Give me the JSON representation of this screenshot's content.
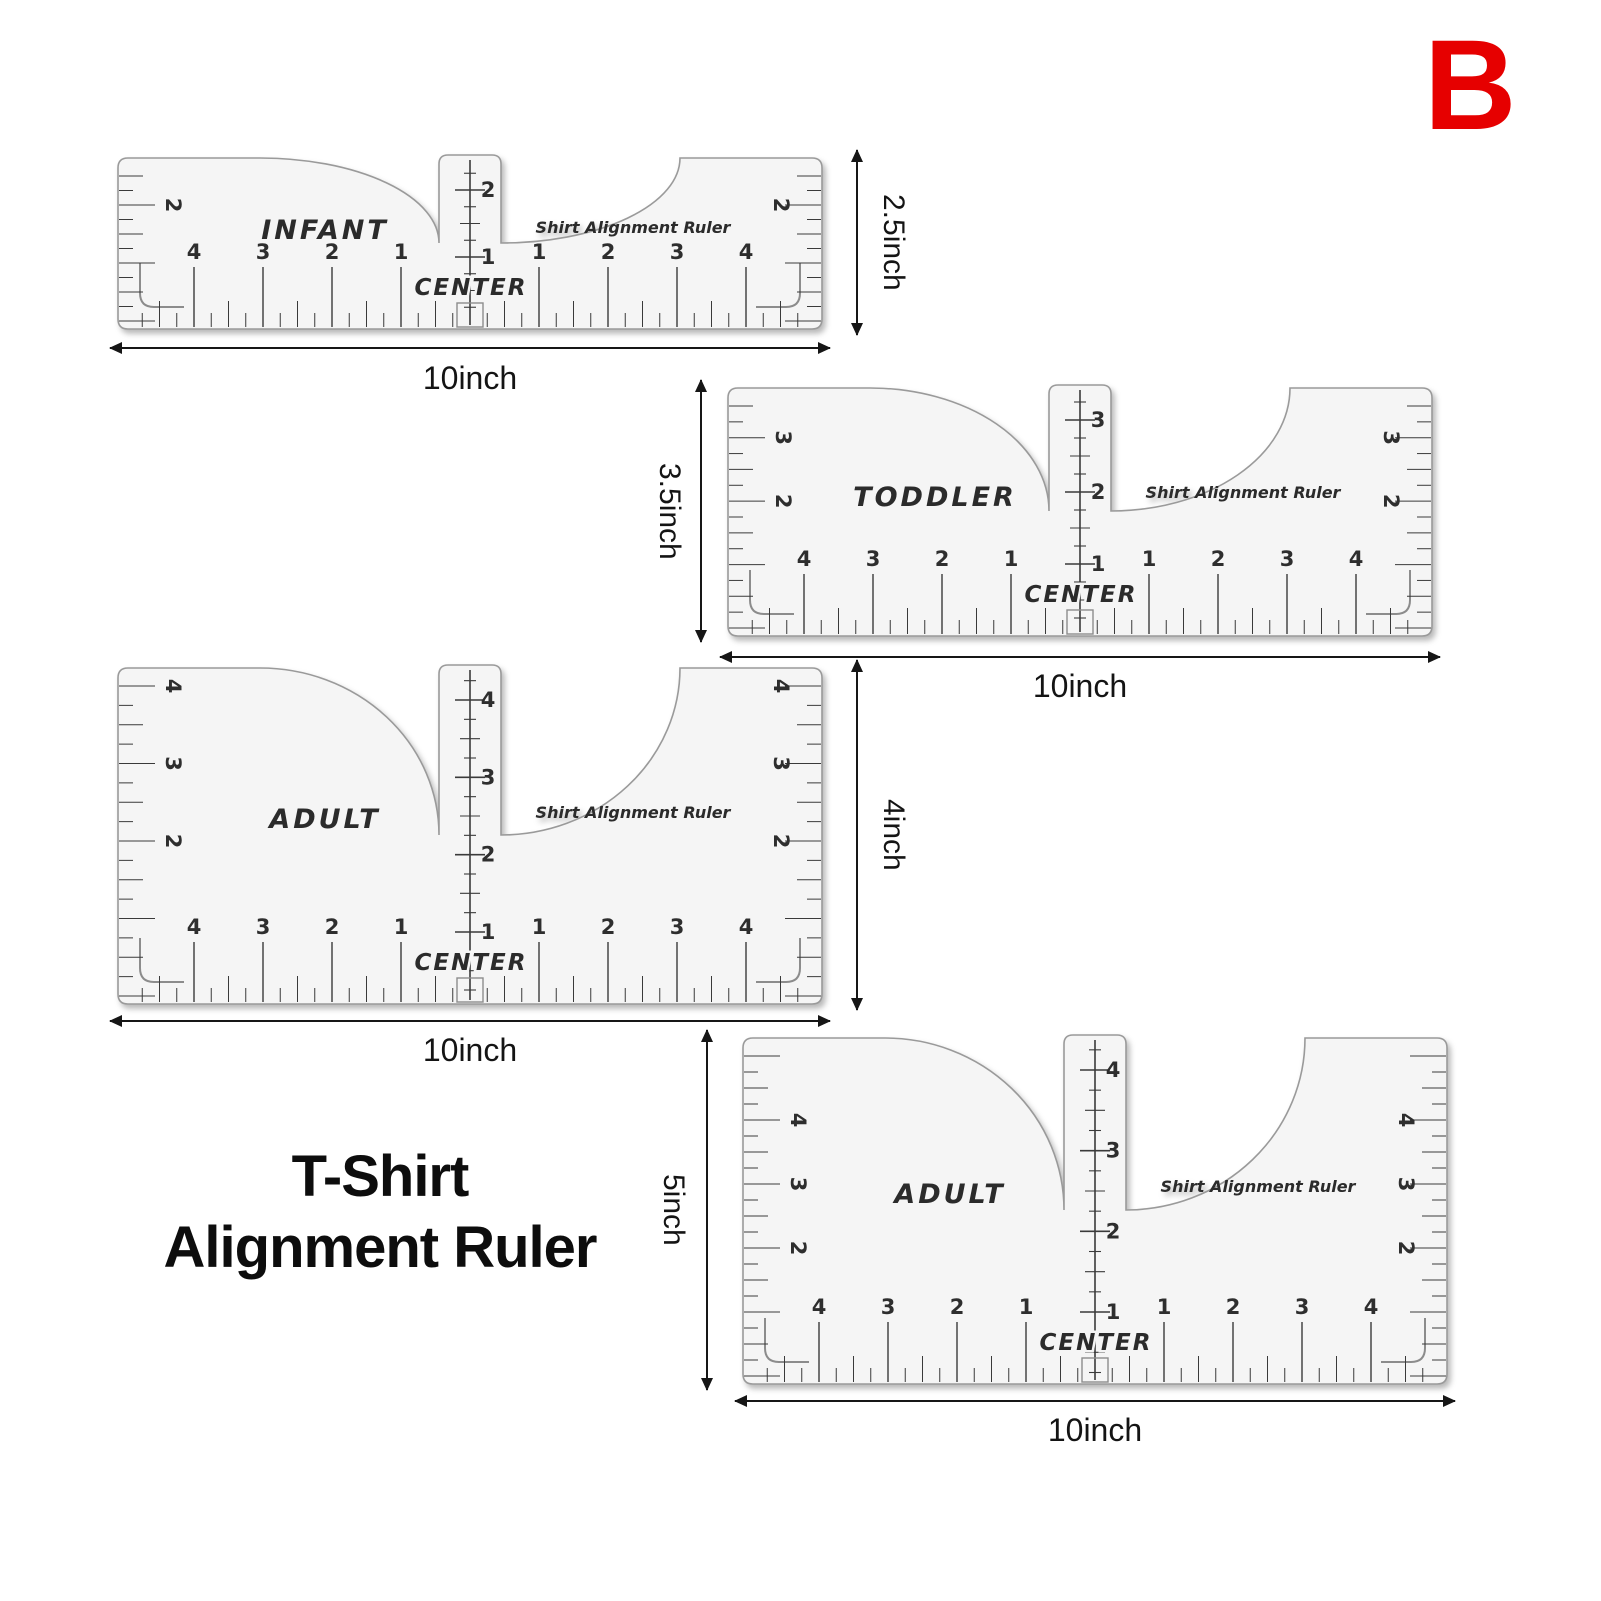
{
  "page": {
    "variant_letter": "B",
    "variant_color": "#e60000",
    "title_line1": "T-Shirt",
    "title_line2": "Alignment Ruler",
    "ruler_fill": "#f5f5f5",
    "ruler_edge": "#9a9a9a",
    "ink": "#3a3a3a"
  },
  "rulers": [
    {
      "id": "infant",
      "size_label": "INFANT",
      "brand_label": "Shirt Alignment Ruler",
      "center_label": "CENTER",
      "height_inches": 2.5,
      "height_label": "2.5inch",
      "width_label": "10inch",
      "center_scale_numbers": [
        1,
        2
      ],
      "bottom_scale_numbers": [
        4,
        3,
        2,
        1,
        1,
        2,
        3,
        4
      ],
      "side_scale_numbers": [
        2
      ]
    },
    {
      "id": "toddler",
      "size_label": "TODDLER",
      "brand_label": "Shirt Alignment Ruler",
      "center_label": "CENTER",
      "height_inches": 3.5,
      "height_label": "3.5inch",
      "width_label": "10inch",
      "center_scale_numbers": [
        1,
        2,
        3
      ],
      "bottom_scale_numbers": [
        4,
        3,
        2,
        1,
        1,
        2,
        3,
        4
      ],
      "side_scale_numbers": [
        2,
        3
      ]
    },
    {
      "id": "adult-4",
      "size_label": "ADULT",
      "brand_label": "Shirt Alignment Ruler",
      "center_label": "CENTER",
      "height_inches": 4,
      "height_label": "4inch",
      "width_label": "10inch",
      "center_scale_numbers": [
        1,
        2,
        3,
        4
      ],
      "bottom_scale_numbers": [
        4,
        3,
        2,
        1,
        1,
        2,
        3,
        4
      ],
      "side_scale_numbers": [
        2,
        3,
        4
      ]
    },
    {
      "id": "adult-5",
      "size_label": "ADULT",
      "brand_label": "Shirt Alignment Ruler",
      "center_label": "CENTER",
      "height_inches": 5,
      "height_label": "5inch",
      "width_label": "10inch",
      "center_scale_numbers": [
        1,
        2,
        3,
        4
      ],
      "bottom_scale_numbers": [
        4,
        3,
        2,
        1,
        1,
        2,
        3,
        4
      ],
      "side_scale_numbers": [
        2,
        3,
        4
      ]
    }
  ]
}
